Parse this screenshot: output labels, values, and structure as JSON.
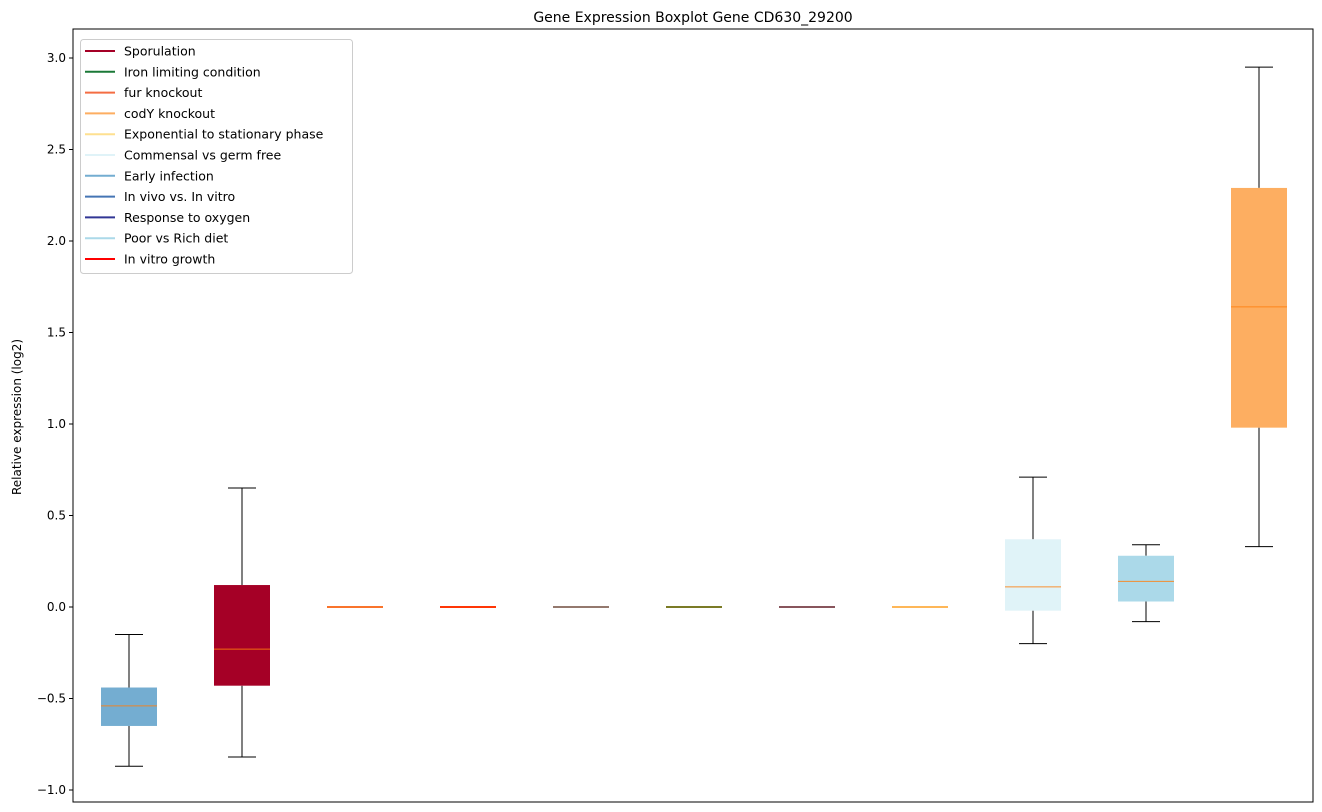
{
  "chart_data": {
    "type": "boxplot",
    "title": "Gene Expression Boxplot Gene CD630_29200",
    "xlabel": "",
    "ylabel": "Relative expression (log2)",
    "ylim": [
      -1.08,
      3.15
    ],
    "yticks": [
      -1.0,
      -0.5,
      0.0,
      0.5,
      1.0,
      1.5,
      2.0,
      2.5,
      3.0
    ],
    "ytick_labels": [
      "−1.0",
      "−0.5",
      "0.0",
      "0.5",
      "1.0",
      "1.5",
      "2.0",
      "2.5",
      "3.0"
    ],
    "grid": false,
    "legend_position": "top-left",
    "legend": [
      {
        "label": "Sporulation",
        "color": "#a50026"
      },
      {
        "label": "Iron limiting condition",
        "color": "#1a7837"
      },
      {
        "label": "fur knockout",
        "color": "#f46d43"
      },
      {
        "label": "codY knockout",
        "color": "#fdae61"
      },
      {
        "label": "Exponential to stationary phase",
        "color": "#fee090"
      },
      {
        "label": "Commensal vs germ free",
        "color": "#e0f3f8"
      },
      {
        "label": "Early infection",
        "color": "#74add1"
      },
      {
        "label": "In vivo vs. In vitro",
        "color": "#4575b4"
      },
      {
        "label": "Response to oxygen",
        "color": "#313695"
      },
      {
        "label": "Poor vs Rich diet",
        "color": "#abd9e9"
      },
      {
        "label": "In vitro growth",
        "color": "#ff0000"
      }
    ],
    "median_color": "#ff7f0e",
    "boxes": [
      {
        "color": "#74add1",
        "whislo": -0.87,
        "q1": -0.65,
        "med": -0.54,
        "q3": -0.44,
        "whishi": -0.15
      },
      {
        "color": "#a50026",
        "whislo": -0.82,
        "q1": -0.43,
        "med": -0.23,
        "q3": 0.12,
        "whishi": 0.65
      },
      {
        "color": "#f46d43",
        "whislo": 0,
        "q1": 0,
        "med": 0,
        "q3": 0,
        "whishi": 0
      },
      {
        "color": "#ff0000",
        "whislo": 0,
        "q1": 0,
        "med": 0,
        "q3": 0,
        "whishi": 0
      },
      {
        "color": "#4575b4",
        "whislo": 0,
        "q1": 0,
        "med": 0,
        "q3": 0,
        "whishi": 0
      },
      {
        "color": "#1a7837",
        "whislo": 0,
        "q1": 0,
        "med": 0,
        "q3": 0,
        "whishi": 0
      },
      {
        "color": "#313695",
        "whislo": 0,
        "q1": 0,
        "med": 0,
        "q3": 0,
        "whishi": 0
      },
      {
        "color": "#fee090",
        "whislo": 0,
        "q1": 0,
        "med": 0,
        "q3": 0,
        "whishi": 0
      },
      {
        "color": "#e0f3f8",
        "whislo": -0.2,
        "q1": -0.02,
        "med": 0.11,
        "q3": 0.37,
        "whishi": 0.71
      },
      {
        "color": "#abd9e9",
        "whislo": -0.08,
        "q1": 0.03,
        "med": 0.14,
        "q3": 0.28,
        "whishi": 0.34
      },
      {
        "color": "#fdae61",
        "whislo": 0.33,
        "q1": 0.98,
        "med": 1.64,
        "q3": 2.29,
        "whishi": 2.95
      }
    ]
  }
}
